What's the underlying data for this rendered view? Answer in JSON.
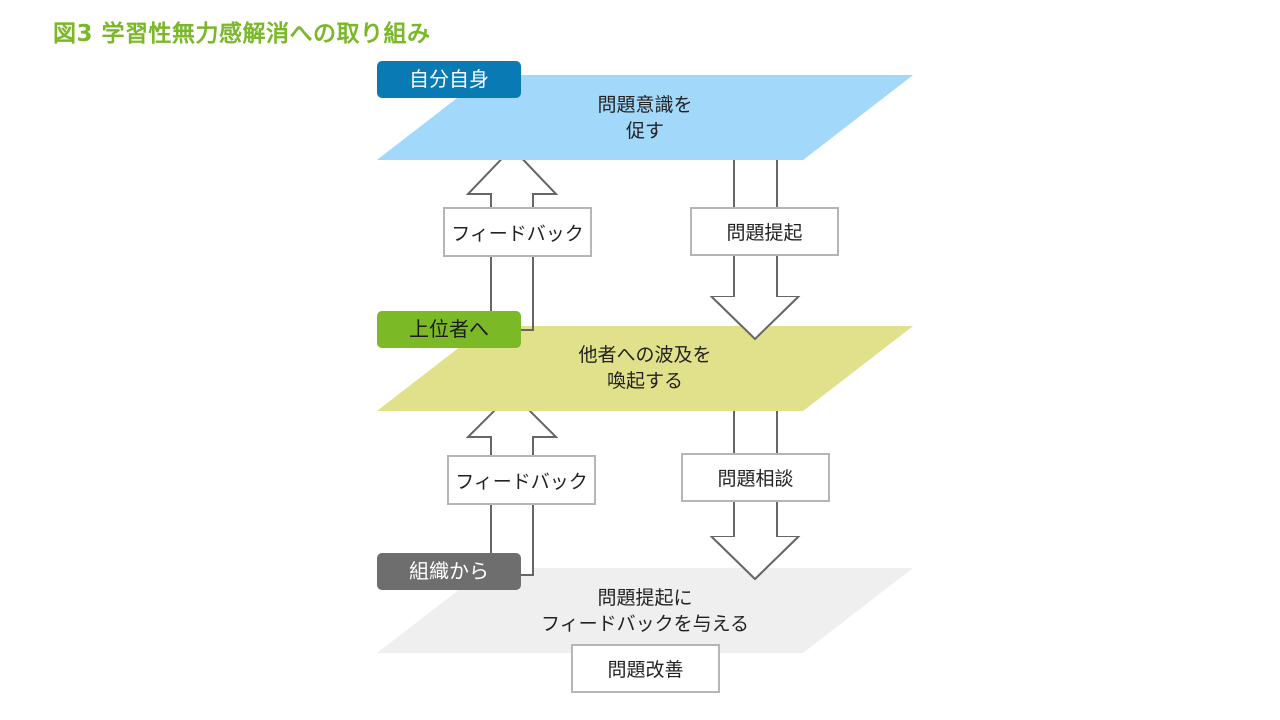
{
  "title": "図3 学習性無力感解消への取り組み",
  "layers": [
    {
      "id": "self",
      "tag": "自分自身",
      "line1": "問題意識を",
      "line2": "促す",
      "fill": "#a2d9fb",
      "tag_bg": "#0a7ab5",
      "tag_color": "#ffffff"
    },
    {
      "id": "superior",
      "tag": "上位者へ",
      "line1": "他者への波及を",
      "line2": "喚起する",
      "fill": "#e2e18b",
      "tag_bg": "#7bb927",
      "tag_color": "#1c1c1c"
    },
    {
      "id": "organization",
      "tag": "組織から",
      "line1": "問題提起に",
      "line2": "フィードバックを与える",
      "fill": "#efefef",
      "tag_bg": "#6e6e6e",
      "tag_color": "#ffffff"
    }
  ],
  "arrows": {
    "feedback_upper": "フィードバック",
    "raise_issue": "問題提起",
    "feedback_lower": "フィードバック",
    "consult_issue": "問題相談"
  },
  "outcome": "問題改善"
}
